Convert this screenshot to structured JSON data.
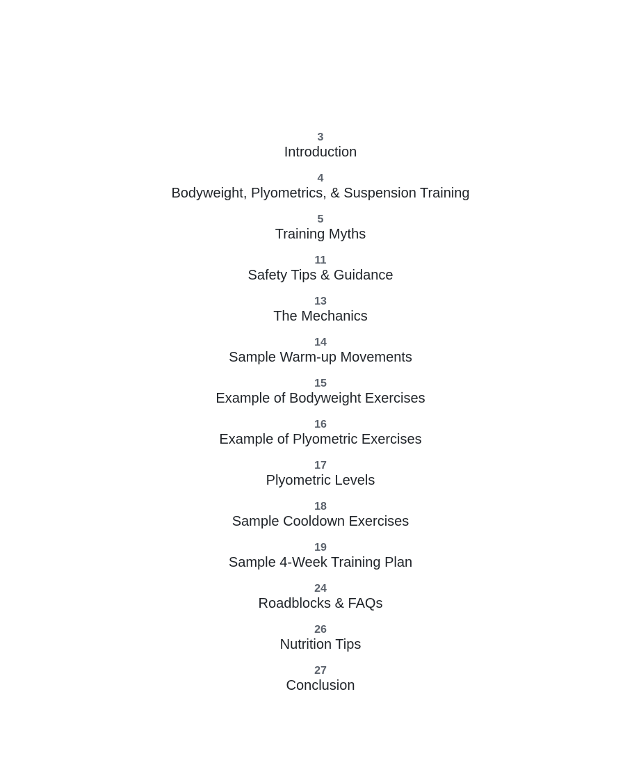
{
  "toc": [
    {
      "page": "3",
      "title": "Introduction"
    },
    {
      "page": "4",
      "title": "Bodyweight, Plyometrics, & Suspension Training"
    },
    {
      "page": "5",
      "title": "Training Myths"
    },
    {
      "page": "11",
      "title": "Safety Tips & Guidance"
    },
    {
      "page": "13",
      "title": "The Mechanics"
    },
    {
      "page": "14",
      "title": "Sample Warm-up Movements"
    },
    {
      "page": "15",
      "title": "Example of Bodyweight Exercises"
    },
    {
      "page": "16",
      "title": "Example of Plyometric Exercises"
    },
    {
      "page": "17",
      "title": "Plyometric Levels"
    },
    {
      "page": "18",
      "title": "Sample Cooldown Exercises"
    },
    {
      "page": "19",
      "title": "Sample 4-Week Training Plan"
    },
    {
      "page": "24",
      "title": "Roadblocks & FAQs"
    },
    {
      "page": "26",
      "title": "Nutrition Tips"
    },
    {
      "page": "27",
      "title": "Conclusion"
    }
  ]
}
